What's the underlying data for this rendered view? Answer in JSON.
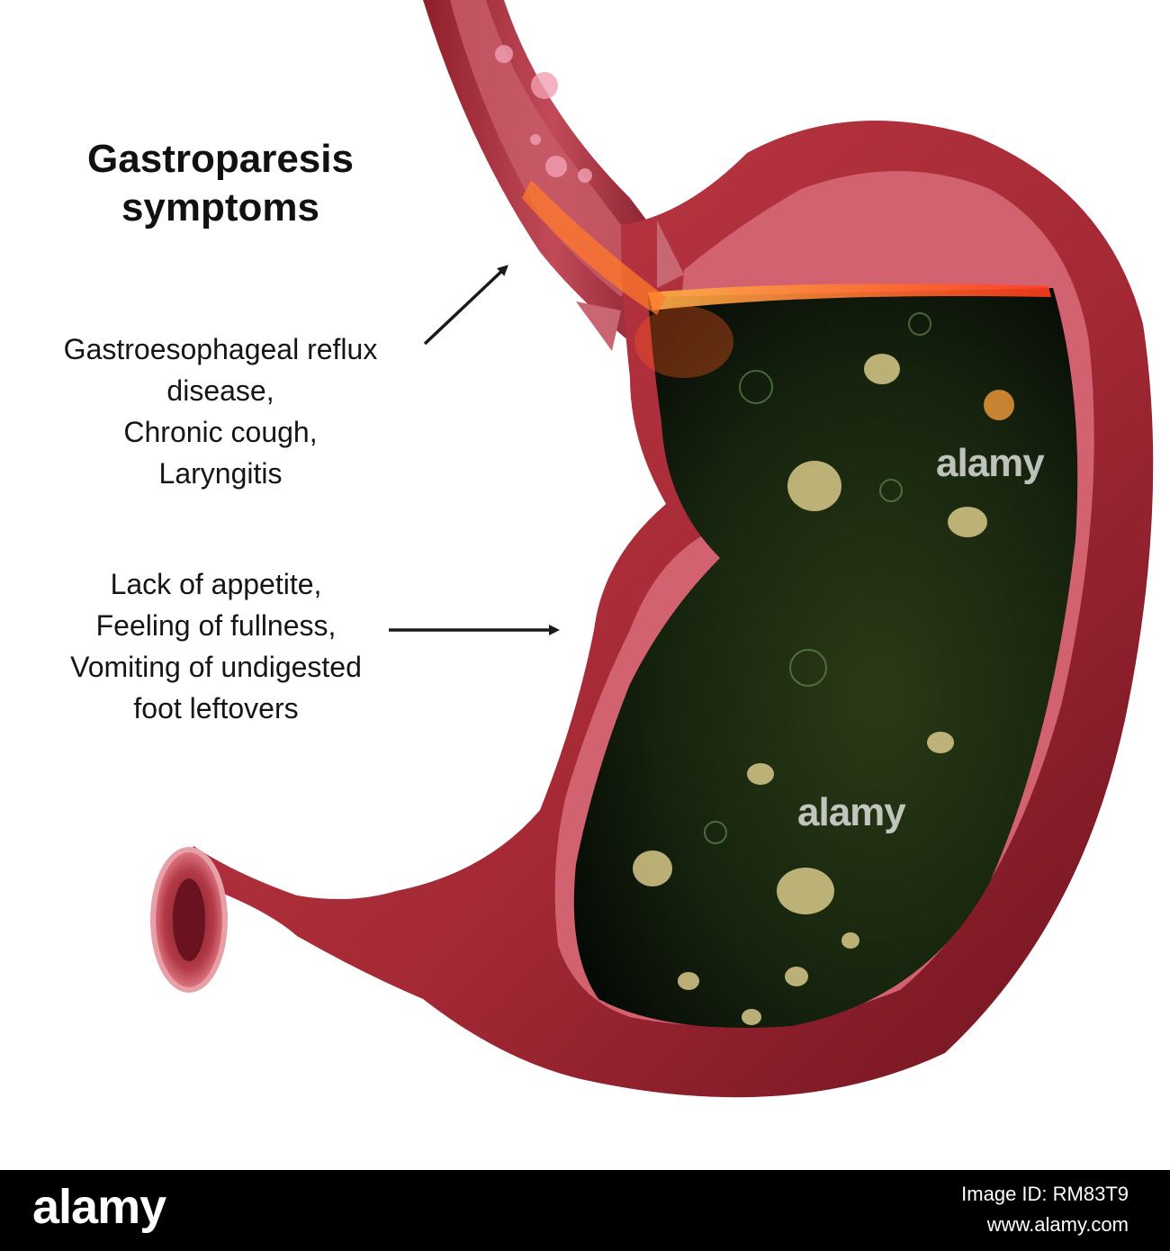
{
  "title": {
    "line1": "Gastroparesis",
    "line2": "symptoms"
  },
  "labels": {
    "reflux": [
      "Gastroesophageal reflux",
      "disease,",
      "Chronic cough,",
      "Laryngitis"
    ],
    "fullness": [
      "Lack of appetite,",
      "Feeling of fullness,",
      "Vomiting of undigested",
      "foot leftovers"
    ]
  },
  "watermark": {
    "text": "alamy"
  },
  "footer": {
    "logo": "alamy",
    "image_id": "Image ID: RM83T9",
    "site": "www.alamy.com"
  },
  "colors": {
    "stomach_wall": "#a52a35",
    "stomach_dark": "#6e1220",
    "lining": "#d36270",
    "gastric_content": "#1c2a12",
    "food_particles": "#d8c98a",
    "reflux_acid": "#ff6a1e",
    "arrow": "#1a1a1a"
  }
}
